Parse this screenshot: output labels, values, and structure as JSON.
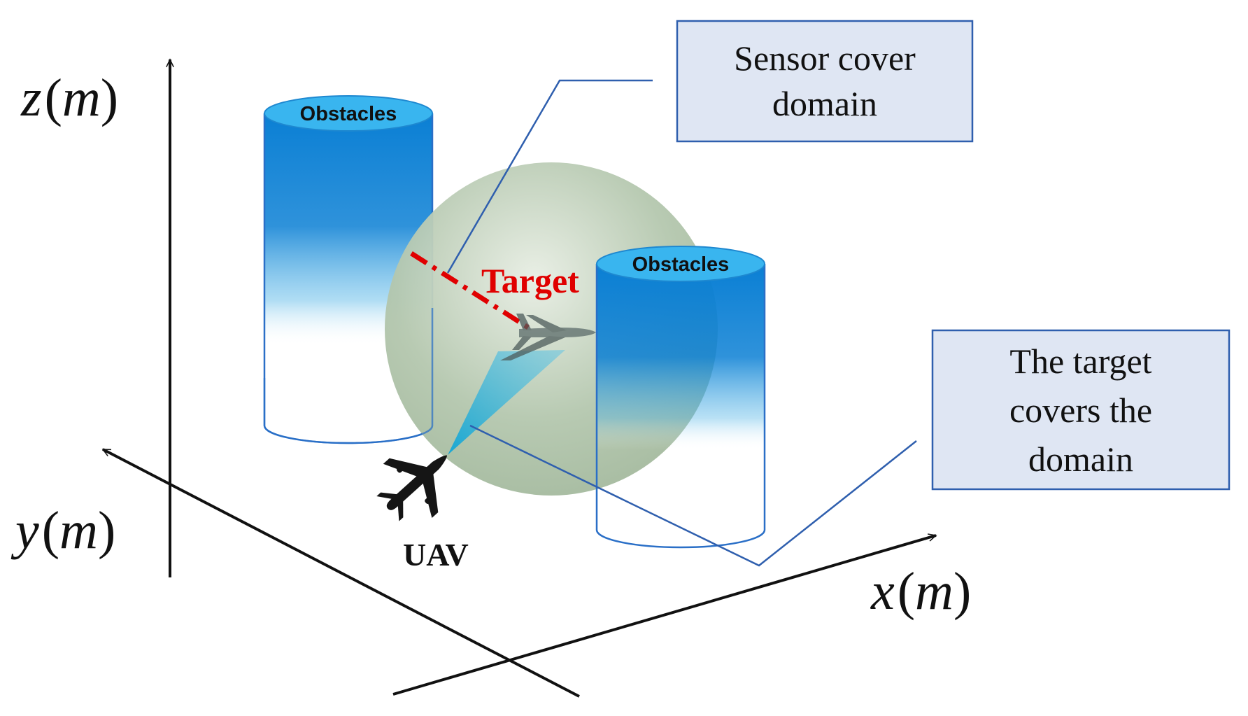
{
  "axes": {
    "z": {
      "letter": "z",
      "unit": "m"
    },
    "y": {
      "letter": "y",
      "unit": "m"
    },
    "x": {
      "letter": "x",
      "unit": "m"
    }
  },
  "obstacles": [
    {
      "label": "Obstacles"
    },
    {
      "label": "Obstacles"
    }
  ],
  "target": {
    "label": "Target"
  },
  "uav": {
    "label": "UAV"
  },
  "callouts": {
    "sensor": {
      "lines": [
        "Sensor cover",
        "domain"
      ]
    },
    "target_cover": {
      "lines": [
        "The target",
        "covers the",
        "domain"
      ]
    }
  },
  "colors": {
    "obstacle_blue": "#0a7fd4",
    "cylinder_top": "#39b5ef",
    "sensor_sphere": "#a9bfa3",
    "target_path": "#e00000",
    "callout_fill": "#dfe6f3",
    "callout_border": "#2f5fae",
    "leader_line": "#2f5fae",
    "sensor_beam": "#19a3d6"
  }
}
